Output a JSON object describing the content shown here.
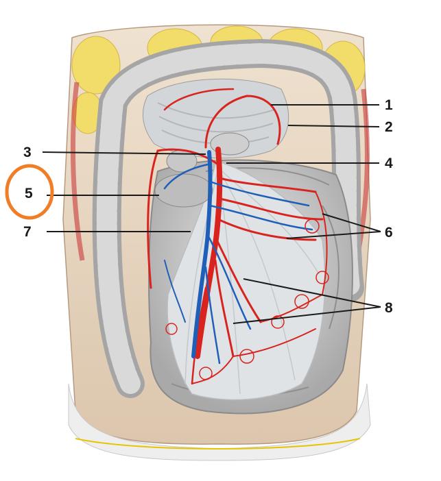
{
  "labels": [
    {
      "id": "1",
      "text": "1"
    },
    {
      "id": "2",
      "text": "2"
    },
    {
      "id": "3",
      "text": "3"
    },
    {
      "id": "4",
      "text": "4"
    },
    {
      "id": "5",
      "text": "5"
    },
    {
      "id": "6",
      "text": "6"
    },
    {
      "id": "7",
      "text": "7"
    },
    {
      "id": "8",
      "text": "8"
    }
  ],
  "highlighted_label": "5",
  "colors": {
    "artery": "#d8231e",
    "vein": "#1f5fb8",
    "highlight_circle": "#f07e26",
    "bowel": "#c9c9c9",
    "fat": "#f2dc6a",
    "abdominal_wall": "#e2cdb5",
    "leader_line": "#1a1a1a"
  }
}
